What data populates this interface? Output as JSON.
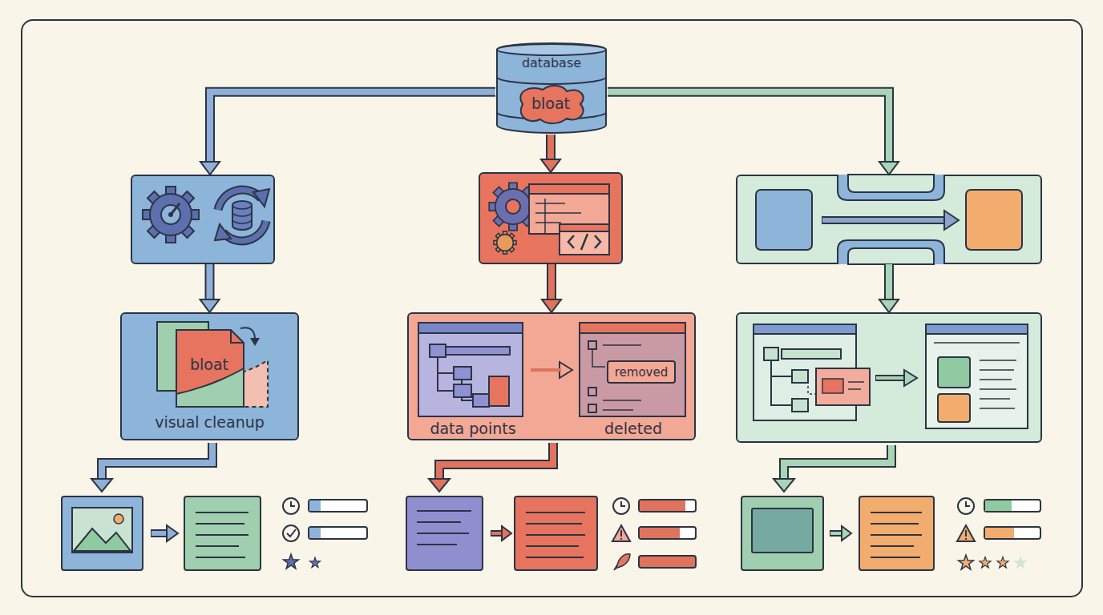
{
  "diagram": {
    "nodes": [
      {
        "text": [
          "database"
        ]
      },
      {
        "text": [
          "bloat"
        ],
        "in": 0
      },
      {
        "text": []
      },
      {
        "text": []
      },
      {
        "text": []
      },
      {
        "text": [
          "visual cleanup"
        ]
      },
      {
        "text": [
          "bloat"
        ],
        "in": 5
      },
      {
        "text": [
          "data points",
          "deleted"
        ]
      },
      {
        "text": [
          "removed"
        ],
        "in": 7
      },
      {
        "text": []
      }
    ],
    "edges": [
      {
        "from": 0,
        "to": 2,
        "arrow": "to"
      },
      {
        "from": 0,
        "to": 3,
        "arrow": "to"
      },
      {
        "from": 0,
        "to": 4,
        "arrow": "to"
      },
      {
        "from": 2,
        "to": 5,
        "arrow": "to"
      },
      {
        "from": 3,
        "to": 7,
        "arrow": "to"
      },
      {
        "from": 4,
        "to": 9,
        "arrow": "to"
      }
    ]
  }
}
